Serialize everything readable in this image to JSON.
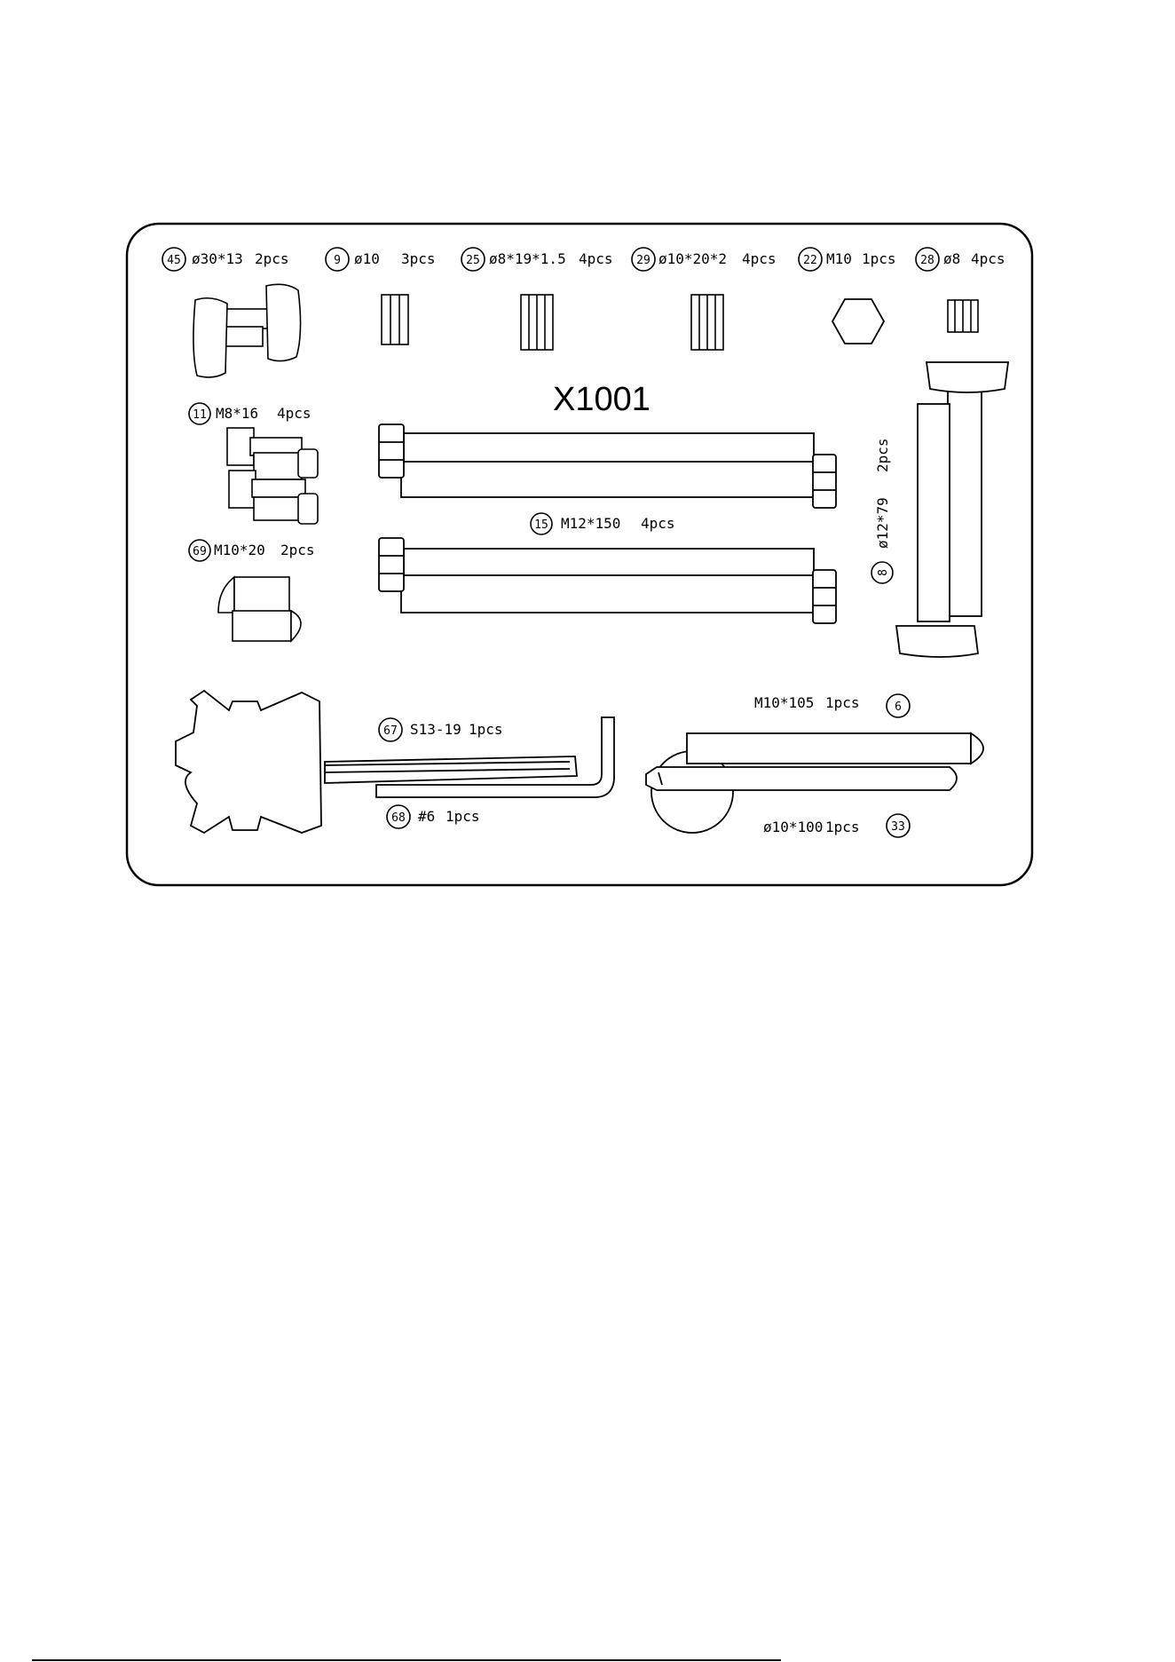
{
  "model_code": "X1001",
  "parts": [
    {
      "id": "p45",
      "number": "45",
      "spec": "ø30*13",
      "qty": "2pcs"
    },
    {
      "id": "p9",
      "number": "9",
      "spec": "ø10",
      "qty": "3pcs"
    },
    {
      "id": "p25",
      "number": "25",
      "spec": "ø8*19*1.5",
      "qty": "4pcs"
    },
    {
      "id": "p29",
      "number": "29",
      "spec": "ø10*20*2",
      "qty": "4pcs"
    },
    {
      "id": "p22",
      "number": "22",
      "spec": "M10",
      "qty": "1pcs"
    },
    {
      "id": "p28",
      "number": "28",
      "spec": "ø8",
      "qty": "4pcs"
    },
    {
      "id": "p11",
      "number": "11",
      "spec": "M8*16",
      "qty": "4pcs"
    },
    {
      "id": "p15",
      "number": "15",
      "spec": "M12*150",
      "qty": "4pcs"
    },
    {
      "id": "p8",
      "number": "8",
      "spec": "ø12*79",
      "qty": "2pcs"
    },
    {
      "id": "p69",
      "number": "69",
      "spec": "M10*20",
      "qty": "2pcs"
    },
    {
      "id": "p67",
      "number": "67",
      "spec": "S13-19",
      "qty": "1pcs"
    },
    {
      "id": "p6",
      "number": "6",
      "spec": "M10*105",
      "qty": "1pcs"
    },
    {
      "id": "p68",
      "number": "68",
      "spec": "#6",
      "qty": "1pcs"
    },
    {
      "id": "p33",
      "number": "33",
      "spec": "ø10*100",
      "qty": "1pcs"
    }
  ]
}
